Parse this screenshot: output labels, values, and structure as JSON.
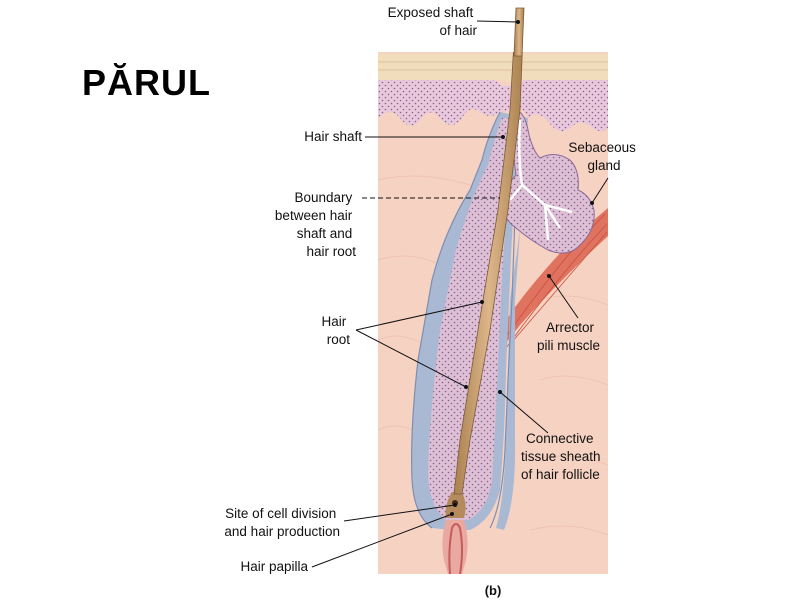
{
  "slide": {
    "title": "PĂRUL"
  },
  "labels": {
    "exposed_shaft": [
      "Exposed shaft",
      "of hair"
    ],
    "hair_shaft": [
      "Hair shaft"
    ],
    "boundary": [
      "Boundary",
      "between hair",
      "shaft and",
      "hair root"
    ],
    "hair_root": [
      "Hair",
      "root"
    ],
    "cell_division": [
      "Site of cell division",
      "and hair production"
    ],
    "hair_papilla": [
      "Hair papilla"
    ],
    "sebaceous_gland": [
      "Sebaceous",
      "gland"
    ],
    "arrector_pili": [
      "Arrector",
      "pili muscle"
    ],
    "connective_sheath": [
      "Connective",
      "tissue sheath",
      "of hair follicle"
    ]
  },
  "panel_label": "(b)",
  "colors": {
    "dermis": "#f6d2c2",
    "epidermis": "#e8c8dc",
    "stratum_corneum": "#f1dcbc",
    "hair": "#c29a6e",
    "follicle": "#ddbfd6",
    "sheath": "#aab9d3",
    "muscle": "#e0735f",
    "papilla": "#e9a9a1"
  }
}
